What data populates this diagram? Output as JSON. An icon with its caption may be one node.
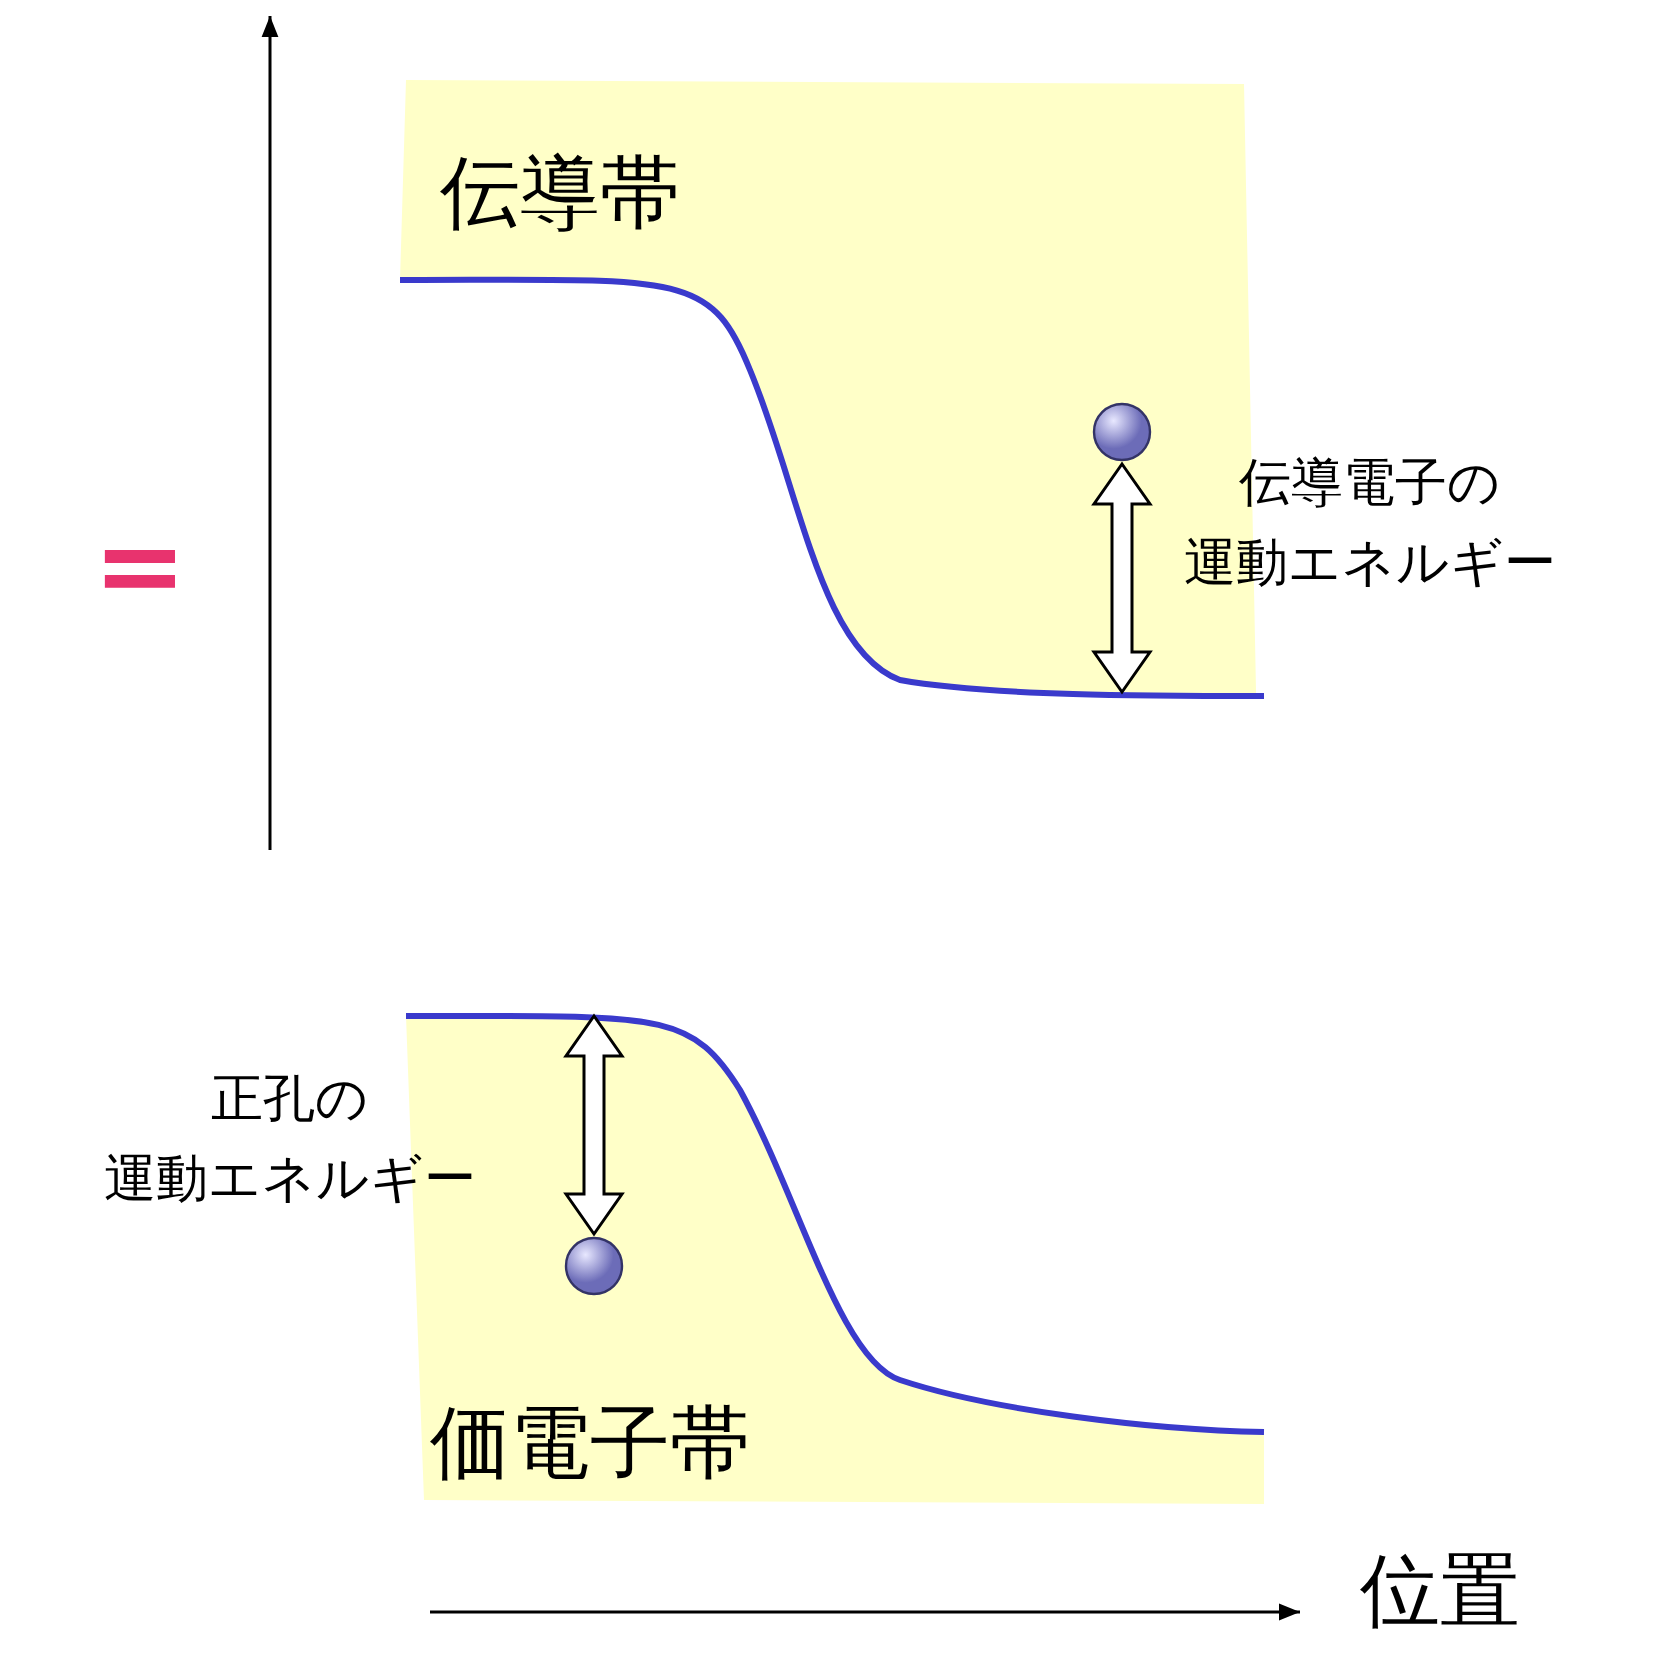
{
  "diagram": {
    "nodes": [
      {
        "text": [
          "伝導帯"
        ]
      },
      {
        "text": [],
        "shape": "circle",
        "in": 0
      },
      {
        "text": [
          "価電子帯"
        ]
      },
      {
        "text": [],
        "shape": "circle",
        "in": 2
      }
    ],
    "edges": [
      {
        "from": 1,
        "to": 0,
        "arrow": "both"
      },
      {
        "from": 3,
        "to": 2,
        "arrow": "both"
      }
    ],
    "labels": [
      "伝導電子の運動エネルギー",
      "=",
      "正孔の運動エネルギー",
      "位置"
    ]
  }
}
